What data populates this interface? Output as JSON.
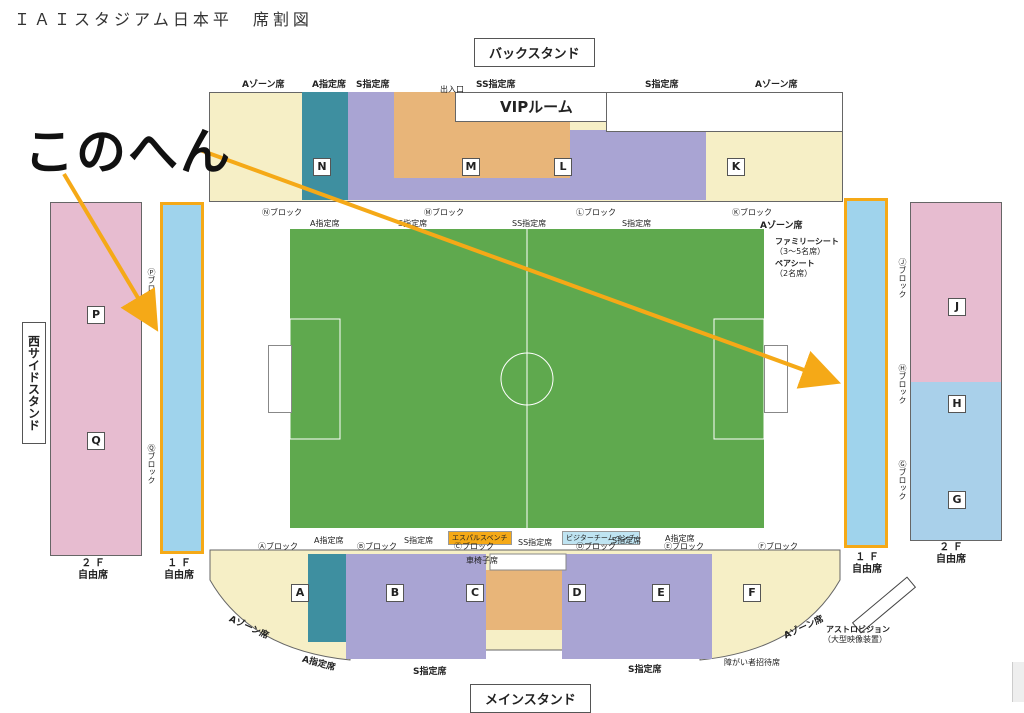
{
  "title": "ＩＡＩスタジアム日本平　席割図",
  "annotation": "このへん",
  "stands": {
    "back": "バックスタンド",
    "main": "メインスタンド",
    "west_side": "西サイドスタンド"
  },
  "top_labels": {
    "a_zone_left": "Aゾーン席",
    "a_reserved": "A指定席",
    "s_reserved_1": "S指定席",
    "ss_reserved": "SS指定席",
    "s_reserved_2": "S指定席",
    "a_zone_right": "Aゾーン席",
    "entrance": "出入口",
    "vip": "VIPルーム"
  },
  "top_block_labels": {
    "n_block": "Ⓝブロック",
    "a_reserved": "A指定席",
    "s_reserved_1": "S指定席",
    "m_block": "Ⓜブロック",
    "ss_reserved": "SS指定席",
    "l_block": "Ⓛブロック",
    "s_reserved_2": "S指定席",
    "k_block": "Ⓚブロック",
    "a_zone": "Aゾーン席"
  },
  "right_notes": {
    "family": "ファミリーシート",
    "family_cap": "（3～5名席）",
    "pair": "ペアシート",
    "pair_cap": "（2名席）"
  },
  "blocks_top": [
    "N",
    "M",
    "L",
    "K"
  ],
  "blocks_west": [
    "P",
    "Q"
  ],
  "blocks_east": [
    "J",
    "H",
    "G"
  ],
  "blocks_bottom": [
    "A",
    "B",
    "C",
    "D",
    "E",
    "F"
  ],
  "side_block_labels": {
    "p_block": "Ⓟブロック",
    "q_block": "Ⓠブロック",
    "j_block": "Ⓙブロック",
    "h_block": "Ⓗブロック",
    "g_block": "Ⓖブロック"
  },
  "bottom_labels": {
    "a_block": "Ⓐブロック",
    "a_reserved": "A指定席",
    "b_block": "Ⓑブロック",
    "s_reserved_1": "S指定席",
    "esupals_bench": "エスパルスベンチ",
    "c_block": "Ⓒブロック",
    "ss_reserved": "SS指定席",
    "visitor_bench": "ビジターチームベンチ",
    "d_block": "Ⓓブロック",
    "s_reserved_2": "S指定席",
    "e_block": "Ⓔブロック",
    "a_reserved_2": "A指定席",
    "f_block": "Ⓕブロック",
    "wheelchair": "車椅子席",
    "a_zone_left": "Aゾーン席",
    "a_reserved_bottom": "A指定席",
    "s_reserved_bottom_1": "S指定席",
    "s_reserved_bottom_2": "S指定席",
    "a_zone_right": "Aゾーン席",
    "accessible": "障がい者招待席",
    "astrovision": "アストロビジョン",
    "astrovision_sub": "（大型映像装置）"
  },
  "floors": {
    "west_2f": "２ Ｆ",
    "west_2f_sub": "自由席",
    "west_1f": "１ Ｆ",
    "west_1f_sub": "自由席",
    "east_1f": "１ Ｆ",
    "east_1f_sub": "自由席",
    "east_2f": "２ Ｆ",
    "east_2f_sub": "自由席"
  },
  "colors": {
    "field": "#5fa94e",
    "a_zone": "#f6efc6",
    "a_reserved": "#3e8fa0",
    "s_reserved": "#a9a4d3",
    "ss_reserved": "#e8b579",
    "west_pink": "#e7bcd0",
    "free_blue": "#9fd3ec",
    "east_blue": "#a9d0ea",
    "highlight": "#f5a917"
  }
}
